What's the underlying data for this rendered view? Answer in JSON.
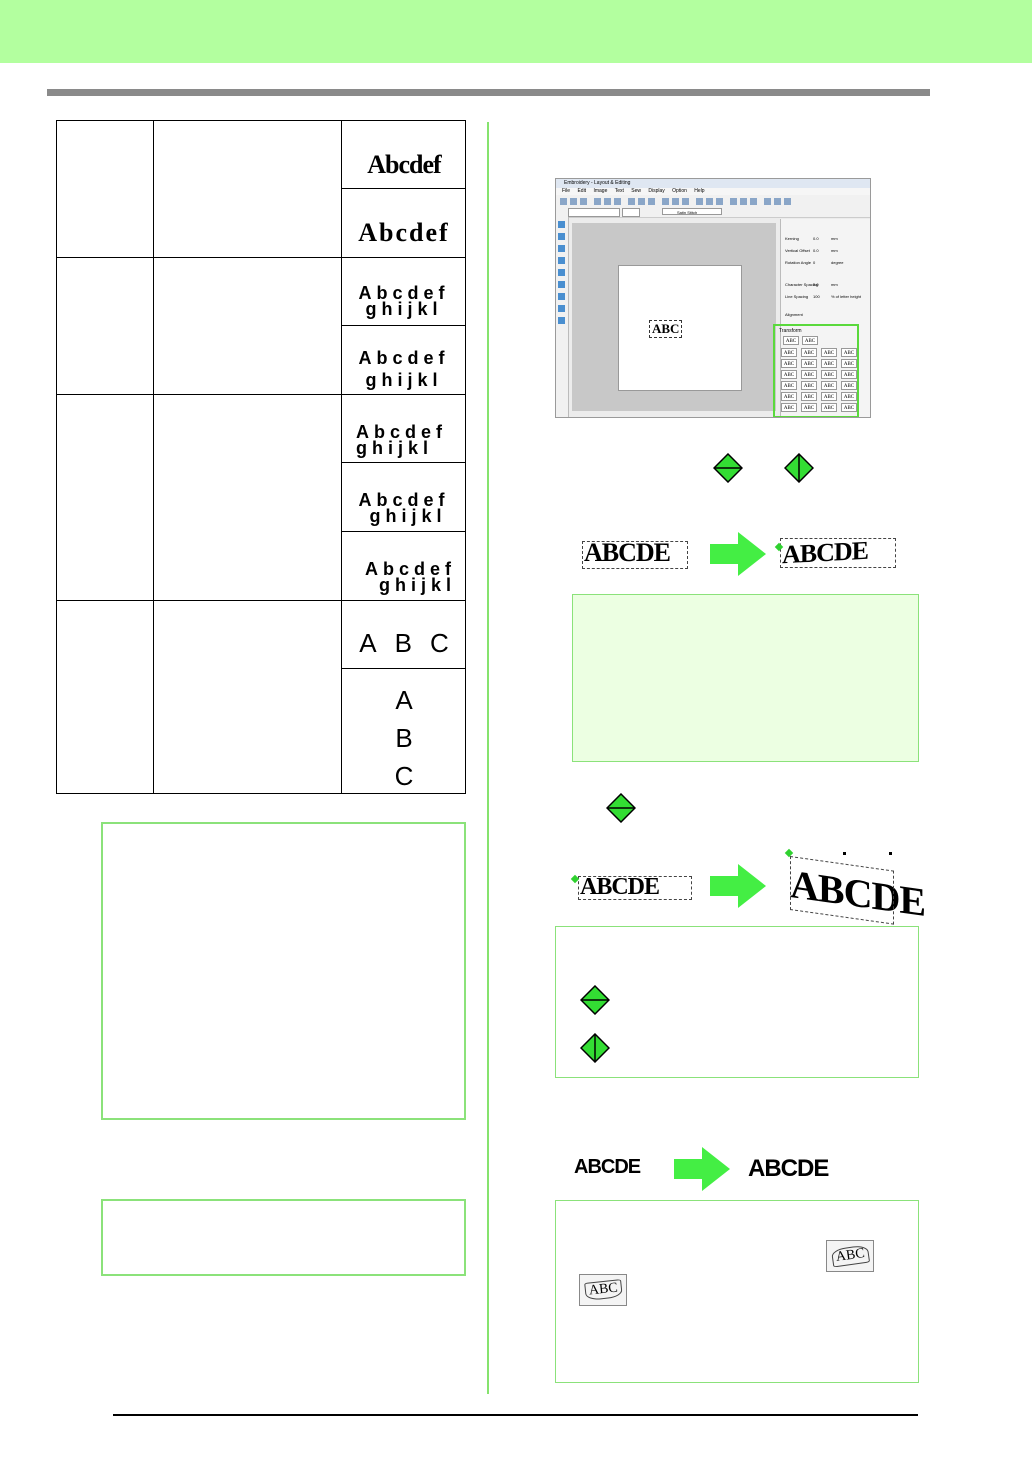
{
  "table": {
    "rows": [
      {
        "samples": [
          "Abcdef",
          "Abcdef"
        ]
      },
      {
        "samples": [
          [
            "Abcdef",
            "ghijkl"
          ],
          [
            "Abcdef",
            "ghijkl"
          ]
        ]
      },
      {
        "samples": [
          [
            "Abcdef",
            "ghijkl"
          ],
          [
            "Abcdef",
            "ghijkl"
          ],
          [
            "Abcdef",
            "ghijkl"
          ]
        ]
      },
      {
        "samples": [
          [
            "A",
            "B",
            "C"
          ],
          [
            "A",
            "B",
            "C"
          ]
        ]
      }
    ]
  },
  "screenshot": {
    "title": "Embroidery - Layout & Editing",
    "menu": [
      "File",
      "Edit",
      "Image",
      "Text",
      "Sew",
      "Display",
      "Option",
      "Help"
    ],
    "canvas_text": "ABC",
    "panel_labels": [
      "Kerning",
      "Vertical Offset",
      "Rotation Angle",
      "Character Spacing",
      "Line Spacing",
      "Alignment",
      "Transform"
    ],
    "panel_values": [
      "0.0",
      "0.0",
      "0",
      "0.0",
      "100"
    ],
    "panel_units": [
      "mm",
      "mm",
      "degree",
      "mm",
      "% of letter height"
    ],
    "transform_label": "Transform",
    "toolbar_text": "Satin Stitch"
  },
  "illustrations": {
    "example_word": "ABCDE",
    "small_caps_before": "ABCDE",
    "small_caps_after": "ABCDE",
    "button_label": "ABC"
  },
  "colors": {
    "header": "#b3ff9f",
    "accent": "#8be27a",
    "arrow": "#44ee44",
    "diamond": "#33dd33"
  },
  "icons": [
    "green-arrow-icon",
    "diamond-horizontal-icon",
    "diamond-vertical-icon",
    "transform-button-icon"
  ]
}
